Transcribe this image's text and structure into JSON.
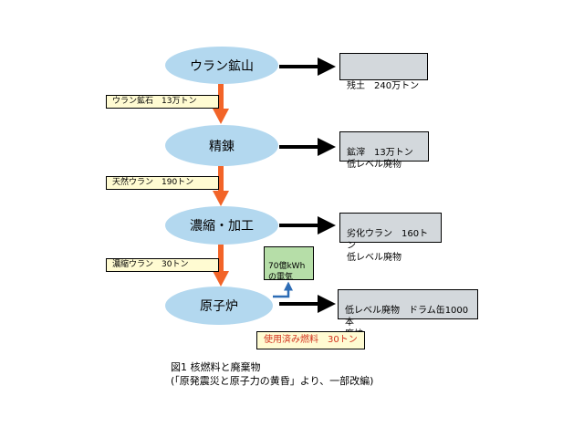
{
  "stages": [
    {
      "label": "ウラン鉱山"
    },
    {
      "label": "精錬"
    },
    {
      "label": "濃縮・加工"
    },
    {
      "label": "原子炉"
    }
  ],
  "flows": [
    {
      "label": "ウラン鉱石　13万トン"
    },
    {
      "label": "天然ウラン　190トン"
    },
    {
      "label": "濃縮ウラン　30トン"
    }
  ],
  "outputs": [
    {
      "text": "残土　240万トン"
    },
    {
      "text": "鉱滓　13万トン\n低レベル廃物"
    },
    {
      "text": "劣化ウラン　160トン\n低レベル廃物"
    },
    {
      "text": "低レベル廃物　ドラム缶1000本\n廃炉"
    }
  ],
  "power": {
    "text": "70億kWh\nの電気"
  },
  "spent_fuel": {
    "text": "使用済み燃料　30トン"
  },
  "caption": {
    "line1": "図1 核燃料と廃棄物",
    "line2": "(「原発震災と原子力の黄昏」より、一部改編)"
  },
  "colors": {
    "stage_fill": "#b3d8ef",
    "flow_arrow": "#f26428",
    "flow_label_fill": "#fffbd2",
    "output_fill": "#d3d8dc",
    "power_fill": "#b6dea8",
    "power_arrow": "#2d6cb5",
    "spent_fuel_text": "#d2321e"
  }
}
